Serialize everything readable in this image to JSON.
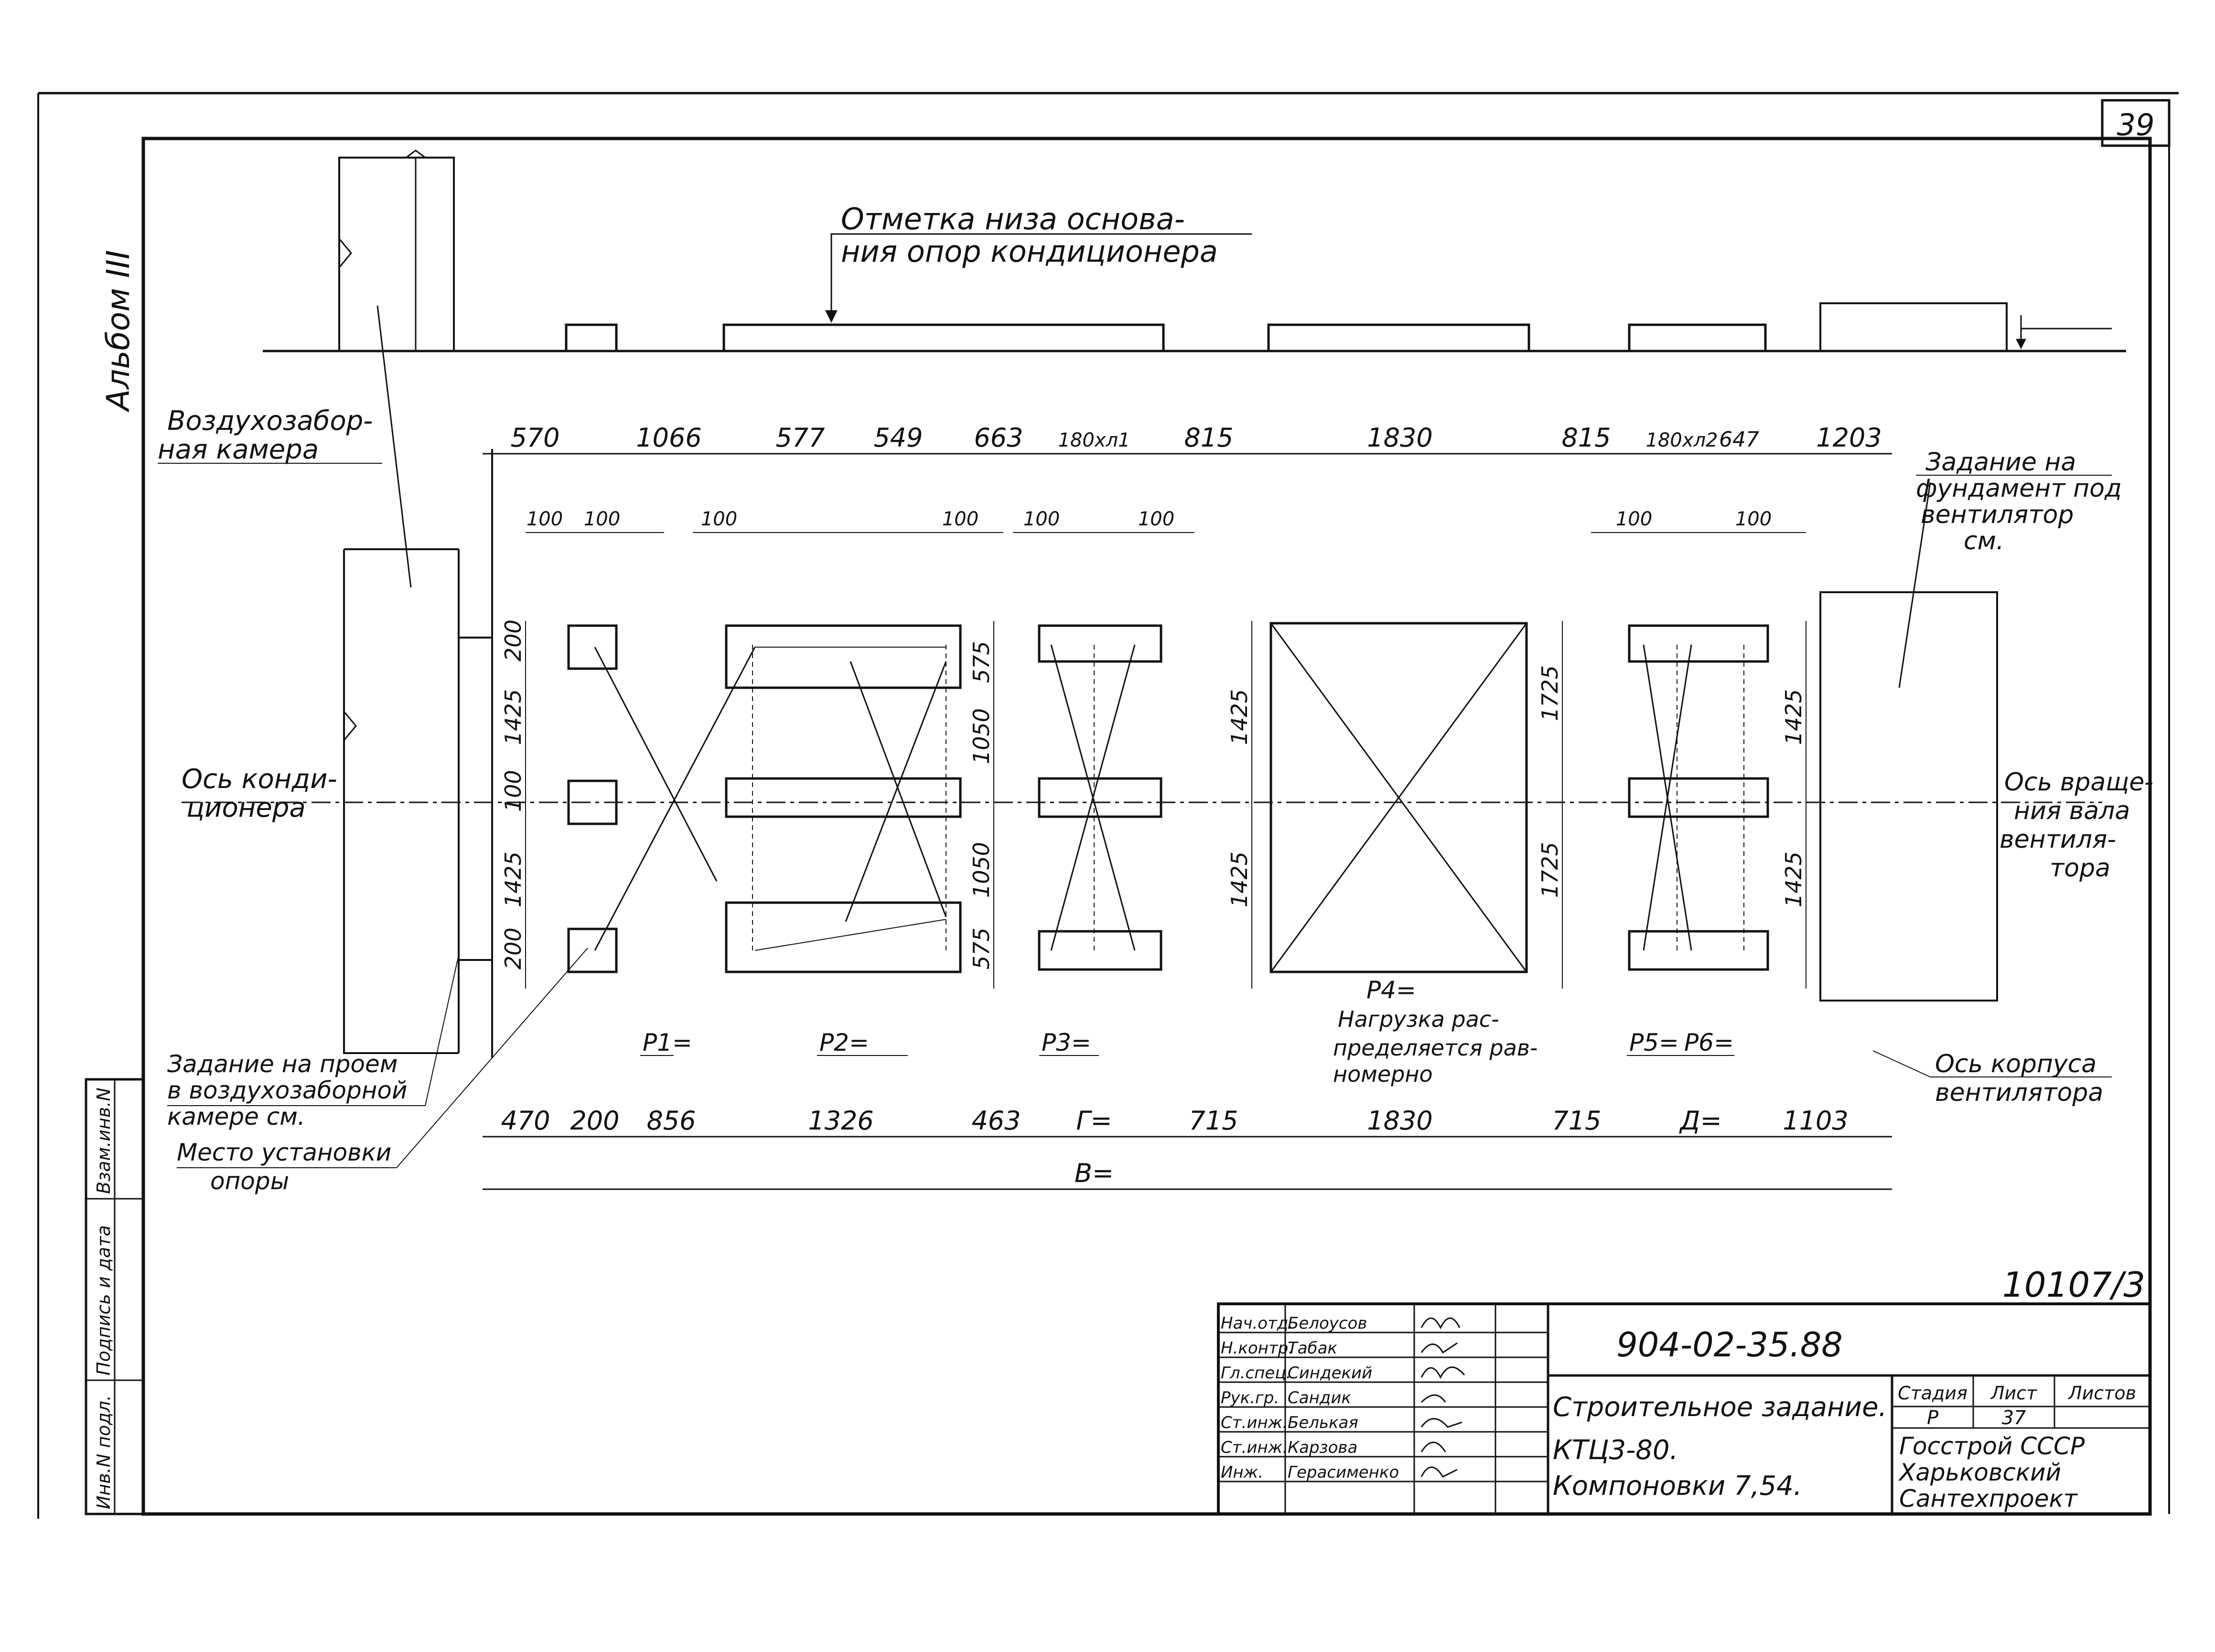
{
  "sheet": {
    "page_number": "39",
    "album_label": "Альбом III",
    "inventory_stamp": [
      "Инв.N подл.",
      "Подпись и дата",
      "Взам.инв.N"
    ]
  },
  "elevation": {
    "note": [
      "Отметка низа основа-",
      "ния опор кондиционера"
    ]
  },
  "callouts": {
    "intake_chamber": [
      "Воздухозабор-",
      "ная камера"
    ],
    "fan_foundation": [
      "Задание на",
      "фундамент под",
      "вентилятор",
      "см."
    ],
    "conditioner_axis": [
      "Ось конди-",
      "ционера"
    ],
    "fan_shaft_axis": [
      "Ось враще-",
      "ния вала",
      "вентиля-",
      "тора"
    ],
    "fan_casing_axis": [
      "Ось корпуса",
      "вентилятора"
    ],
    "opening_task": [
      "Задание на проем",
      "в воздухозаборной",
      "камере см."
    ],
    "support_place": [
      "Место установки",
      "опоры"
    ]
  },
  "top_dims": [
    "570",
    "1066",
    "577",
    "549",
    "663",
    "180хл1",
    "815",
    "1830",
    "815",
    "180хл2",
    "647",
    "1203"
  ],
  "bottom_dims": [
    "470",
    "200",
    "856",
    "1326",
    "463",
    "Г=",
    "715",
    "1830",
    "715",
    "Д=",
    "1103"
  ],
  "overall_dim": "В=",
  "offset_dims": "100",
  "vertical_dims": {
    "support": "200",
    "span": "1425",
    "gap": "100",
    "pad": "575",
    "pad_span": "1050",
    "center": "1725"
  },
  "loads": {
    "p1": "P1=",
    "p2": "P2=",
    "p3": "P3=",
    "p4": "P4=",
    "p4_note": [
      "Нагрузка рас-",
      "пределяется рав-",
      "номерно"
    ],
    "p5": "P5=",
    "p6": "P6="
  },
  "title_block": {
    "sheet_code": "10107/3",
    "doc_number": "904-02-35.88",
    "title_lines": [
      "Строительное задание.",
      "КТЦ3-80.",
      "Компоновки 7,54."
    ],
    "stage_header": "Стадия",
    "sheet_header": "Лист",
    "sheets_header": "Листов",
    "stage": "Р",
    "sheet_no": "37",
    "organization": [
      "Госстрой СССР",
      "Харьковский",
      "Сантехпроект"
    ],
    "roles": [
      "Нач.отд.",
      "Н.контр.",
      "Гл.спец.",
      "Рук.гр.",
      "Ст.инж.",
      "Ст.инж.",
      "Инж."
    ],
    "names": [
      "Белоусов",
      "Табак",
      "Синдекий",
      "Сандик",
      "Белькая",
      "Карзова",
      "Герасименко"
    ]
  }
}
